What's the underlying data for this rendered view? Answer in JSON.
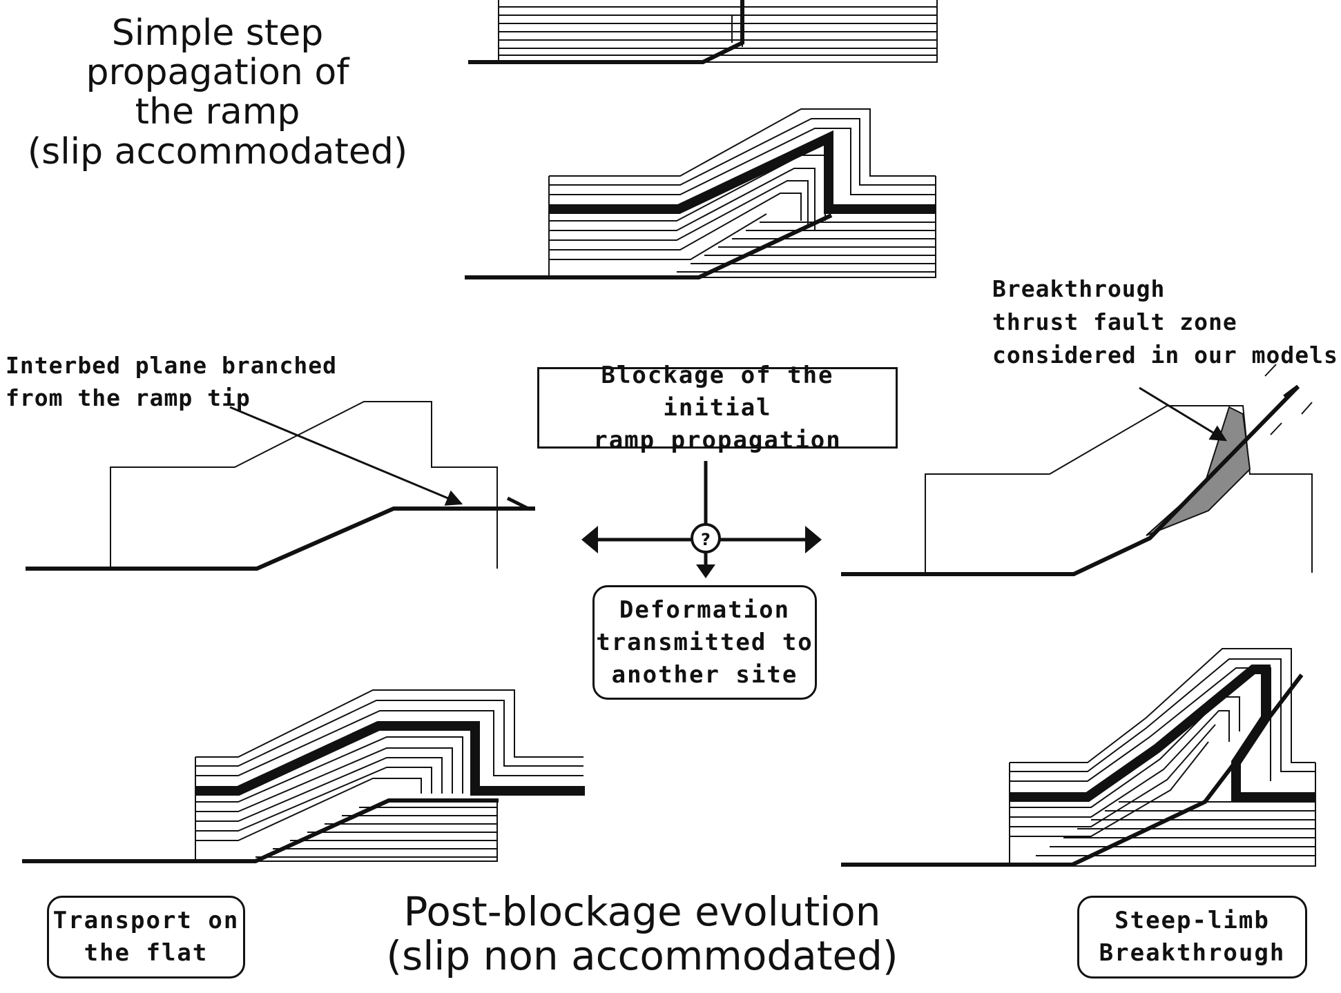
{
  "titles": {
    "top": [
      "Simple step",
      "propagation of",
      "the ramp",
      "(slip accommodated)"
    ],
    "bottom": [
      "Post-blockage evolution",
      "(slip non accommodated)"
    ]
  },
  "labels": {
    "interbed": [
      "Interbed plane branched",
      "from the ramp tip"
    ],
    "breakthrough_zone": [
      "Breakthrough",
      "thrust fault zone",
      "considered in our models"
    ]
  },
  "boxes": {
    "blockage": [
      "Blockage of the initial",
      "ramp propagation"
    ],
    "deformation": [
      "Deformation",
      "transmitted to",
      "another site"
    ],
    "transport": [
      "Transport on",
      "the flat"
    ],
    "steep_limb": [
      "Steep-limb",
      "Breakthrough"
    ]
  },
  "decision_symbol": "?",
  "colors": {
    "ink": "#111111",
    "breakthrough_fill": "#8a8a8a",
    "background": "#ffffff"
  }
}
